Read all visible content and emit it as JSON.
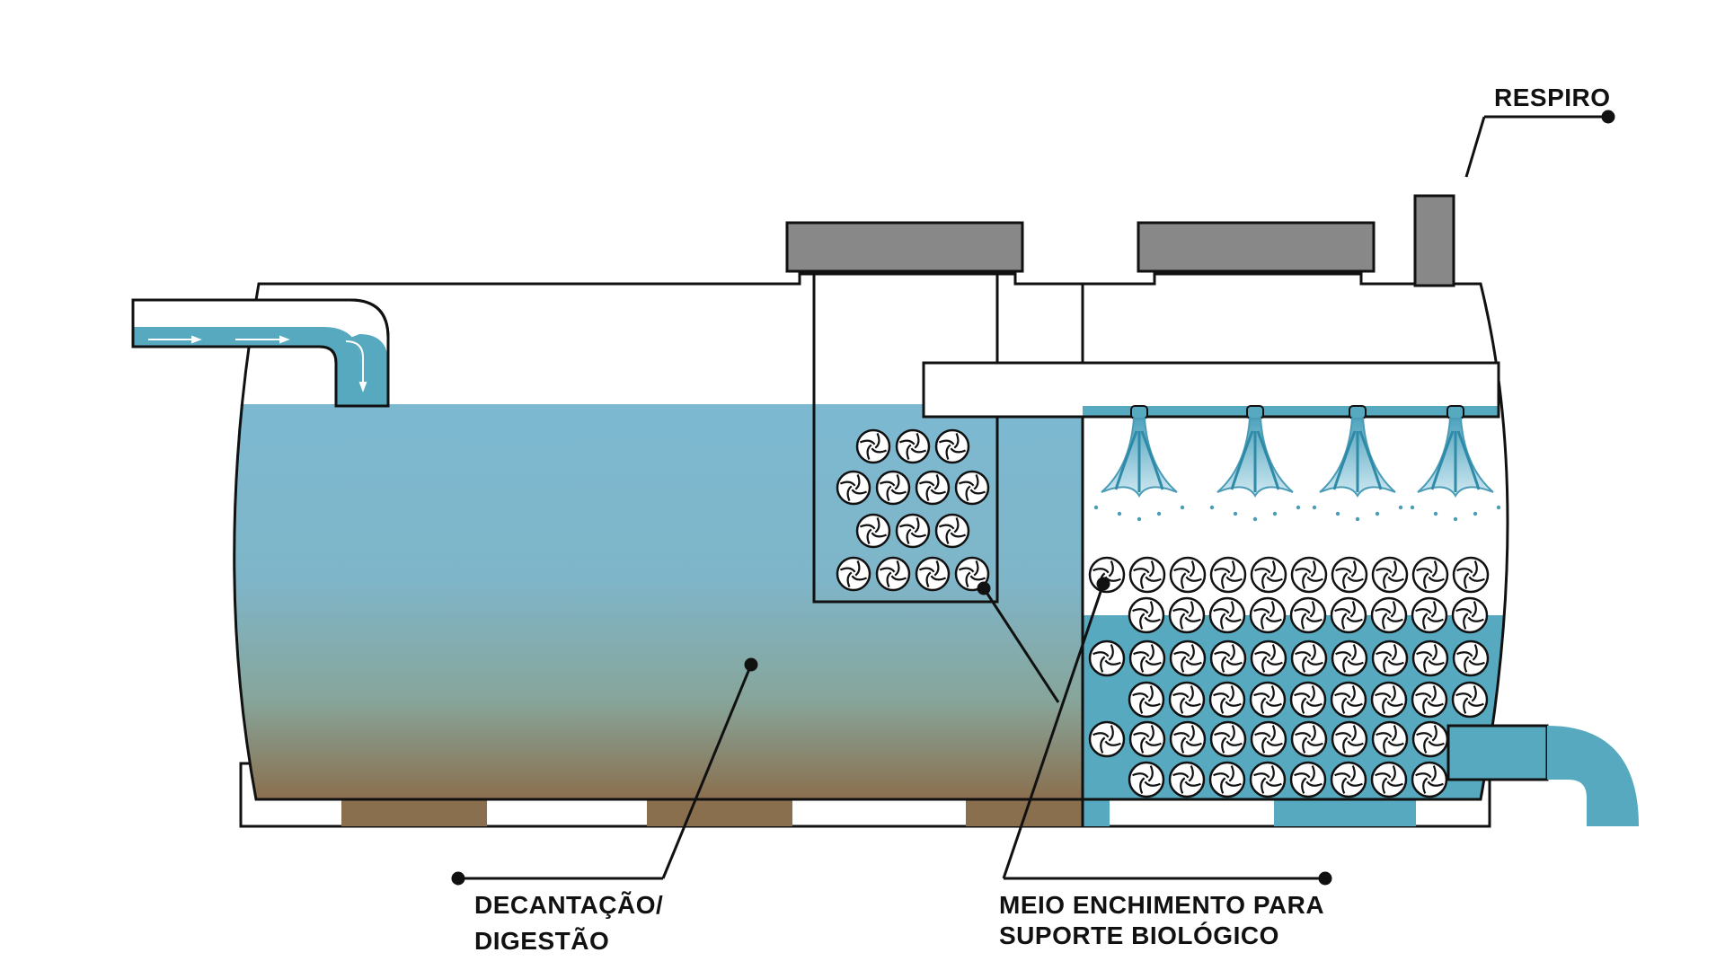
{
  "labels": {
    "respiro": "RESPIRO",
    "decantacao_line1": "DECANTAÇÃO/",
    "decantacao_line2": "DIGESTÃO",
    "meio_line1": "MEIO ENCHIMENTO PARA",
    "meio_line2": "SUPORTE BIOLÓGICO"
  },
  "colors": {
    "water_top": "#7cb9d1",
    "water_mid": "#85aeb8",
    "sludge": "#8a6f4e",
    "pipe_water": "#57a9bf",
    "lid": "#888888",
    "outline": "#111111",
    "spray": "#9fd3e6"
  },
  "icons": {
    "media_element": "bio-media-icon",
    "spray": "water-spray-icon",
    "flow_arrow": "flow-arrow-icon"
  }
}
